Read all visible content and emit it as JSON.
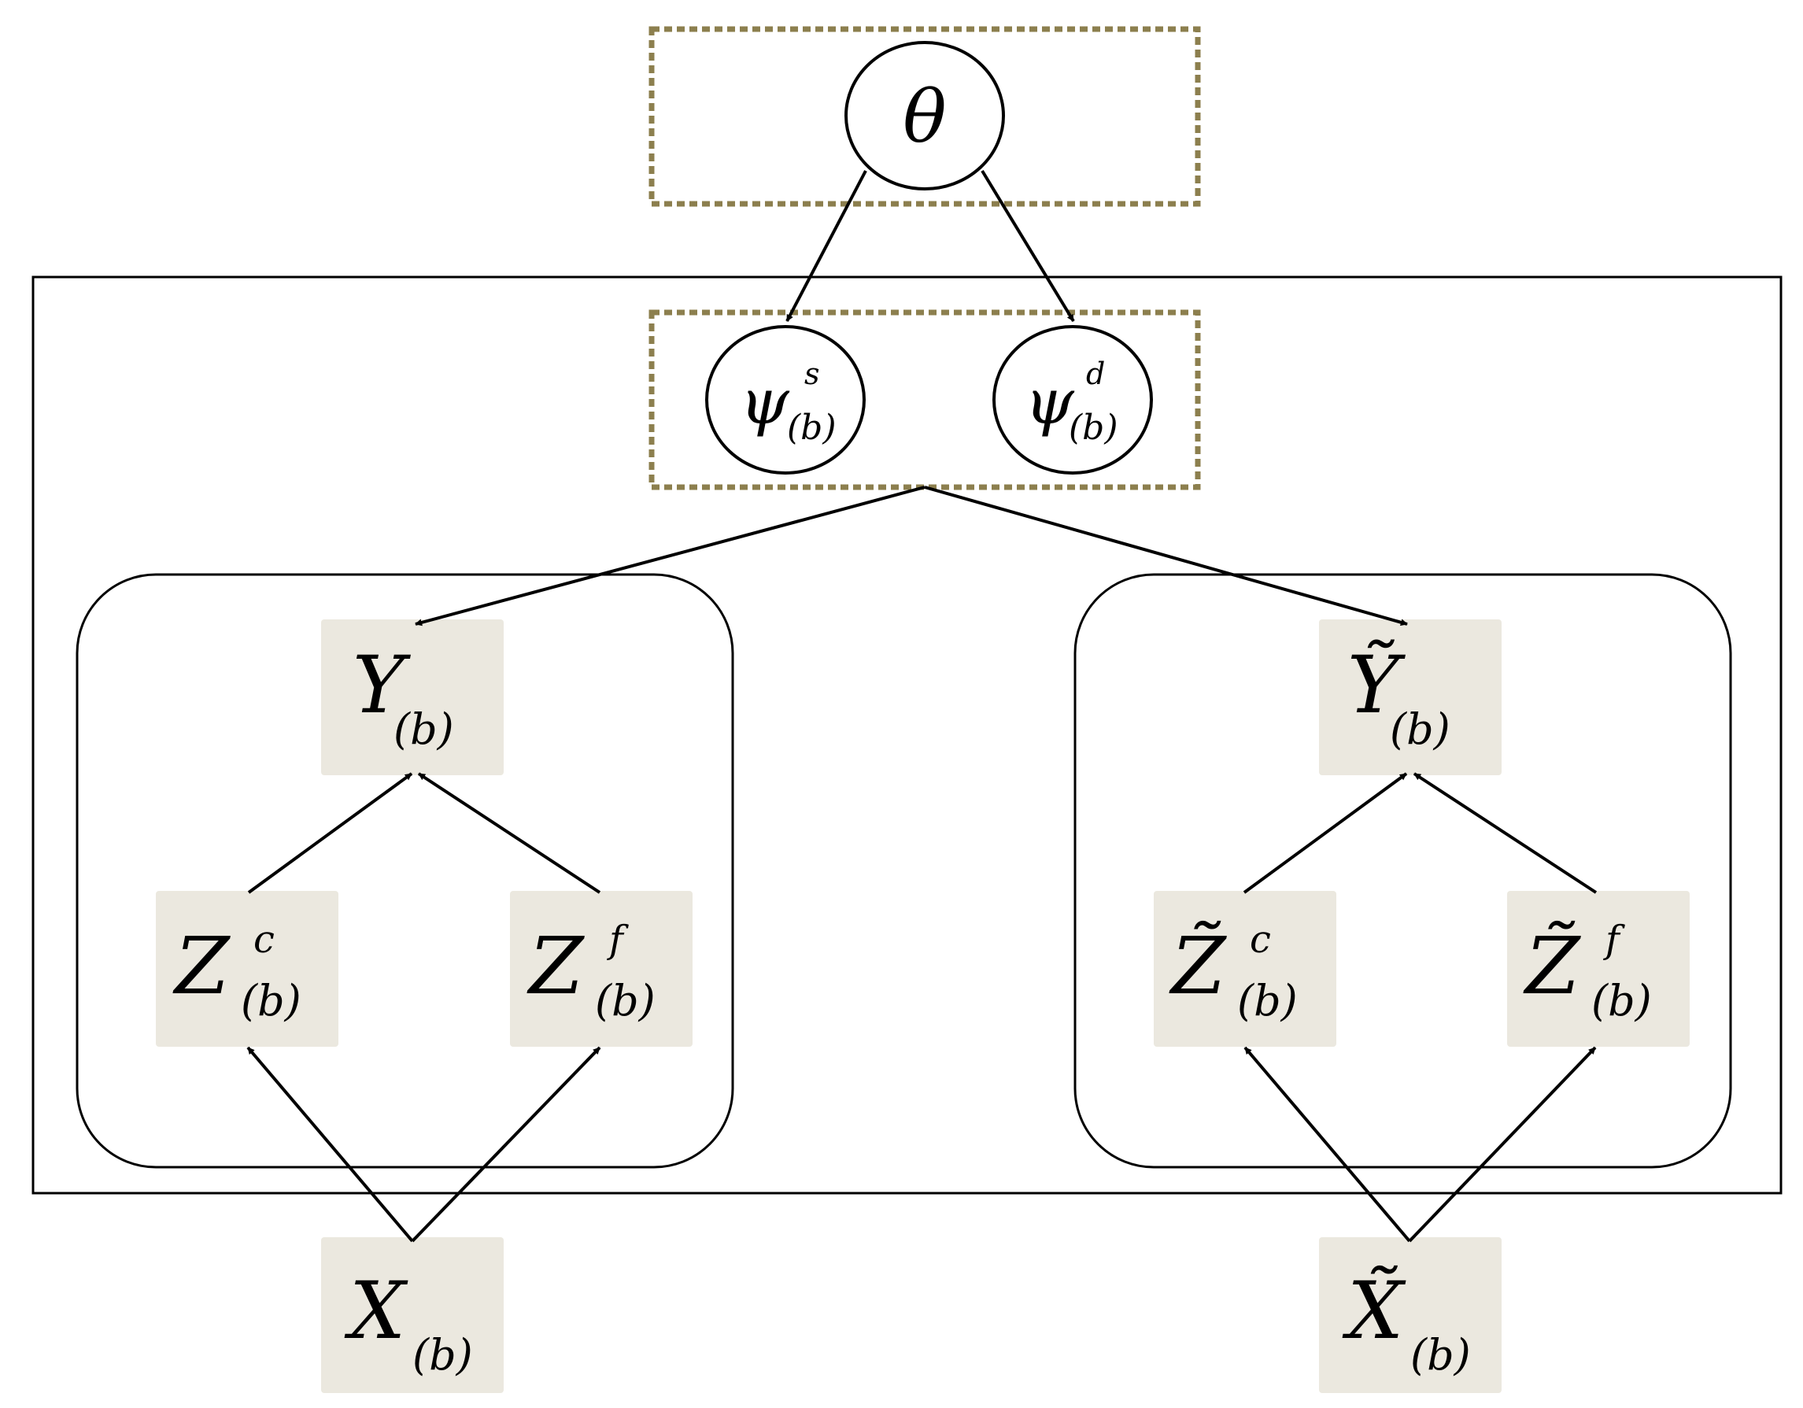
{
  "nodes": {
    "theta": {
      "main": "θ"
    },
    "psi_s": {
      "main": "ψ",
      "sup": "s",
      "sub": "(b)"
    },
    "psi_d": {
      "main": "ψ",
      "sup": "d",
      "sub": "(b)"
    },
    "y": {
      "main": "Y",
      "sub": "(b)"
    },
    "y_tilde": {
      "main": "Ỹ",
      "sub": "(b)"
    },
    "zc": {
      "main": "Z",
      "sup": "c",
      "sub": "(b)"
    },
    "zf": {
      "main": "Z",
      "sup": "f",
      "sub": "(b)"
    },
    "zc_tilde": {
      "main": "Z̃",
      "sup": "c",
      "sub": "(b)"
    },
    "zf_tilde": {
      "main": "Z̃",
      "sup": "f",
      "sub": "(b)"
    },
    "x": {
      "main": "X",
      "sub": "(b)"
    },
    "x_tilde": {
      "main": "X̃",
      "sub": "(b)"
    }
  },
  "colors": {
    "observed_fill": "#ebe8df",
    "dashed_border": "#8c7f4e",
    "stroke": "#000000"
  }
}
